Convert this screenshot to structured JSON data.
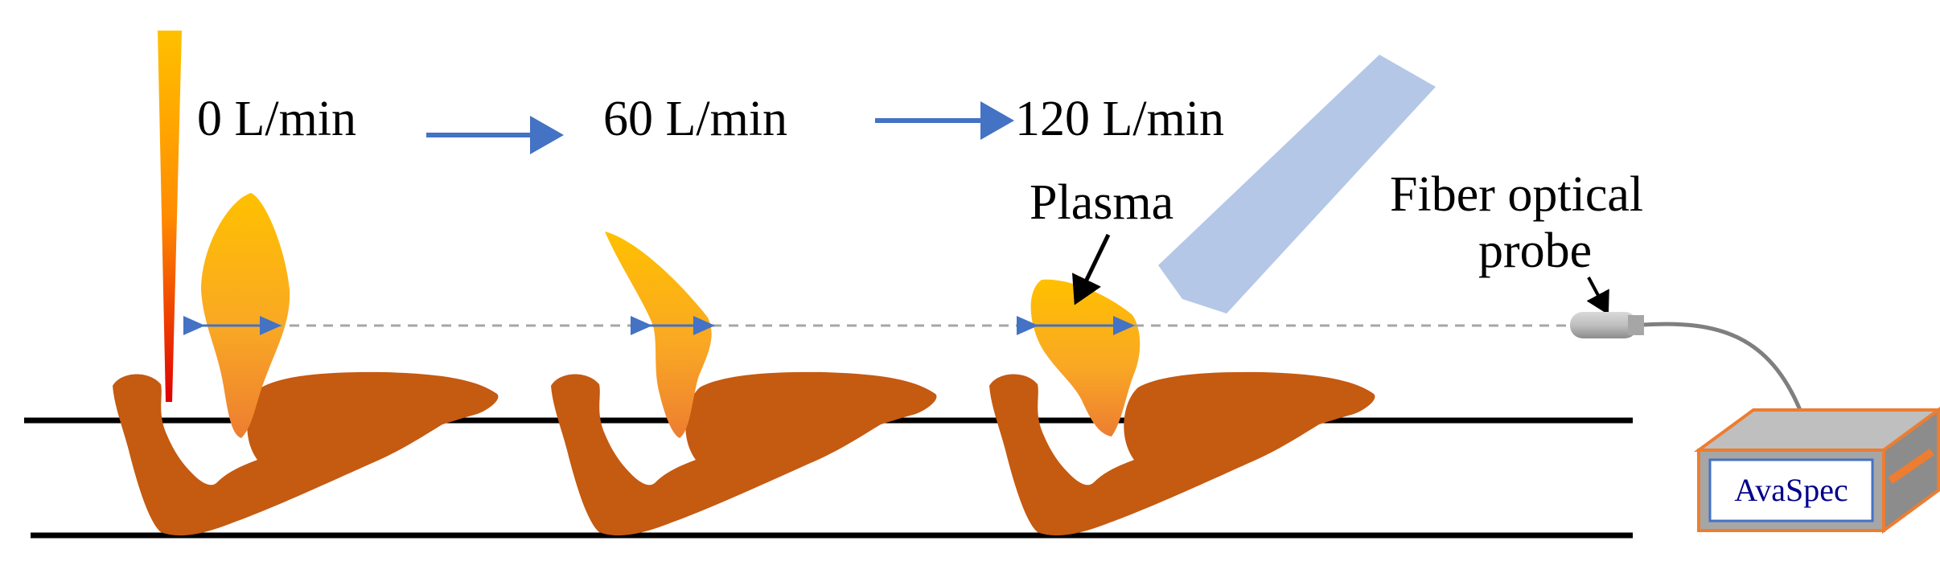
{
  "flow_rates": [
    "0 L/min",
    "60 L/min",
    "120 L/min"
  ],
  "plasma_label": "Plasma",
  "probe_label": [
    "Fiber optical",
    "probe"
  ],
  "device_label": "AvaSpec",
  "colors": {
    "arrow_blue": "#4472C4",
    "melt_pool": "#C55A11",
    "plasma_top": "#FFC000",
    "plasma_bottom": "#ED7D31",
    "light_blue_beam": "#B4C7E7",
    "dashed_line": "#A6A6A6",
    "device_orange": "#ED7D31",
    "device_gray": "#A6A6A6",
    "device_text": "#00008B"
  }
}
